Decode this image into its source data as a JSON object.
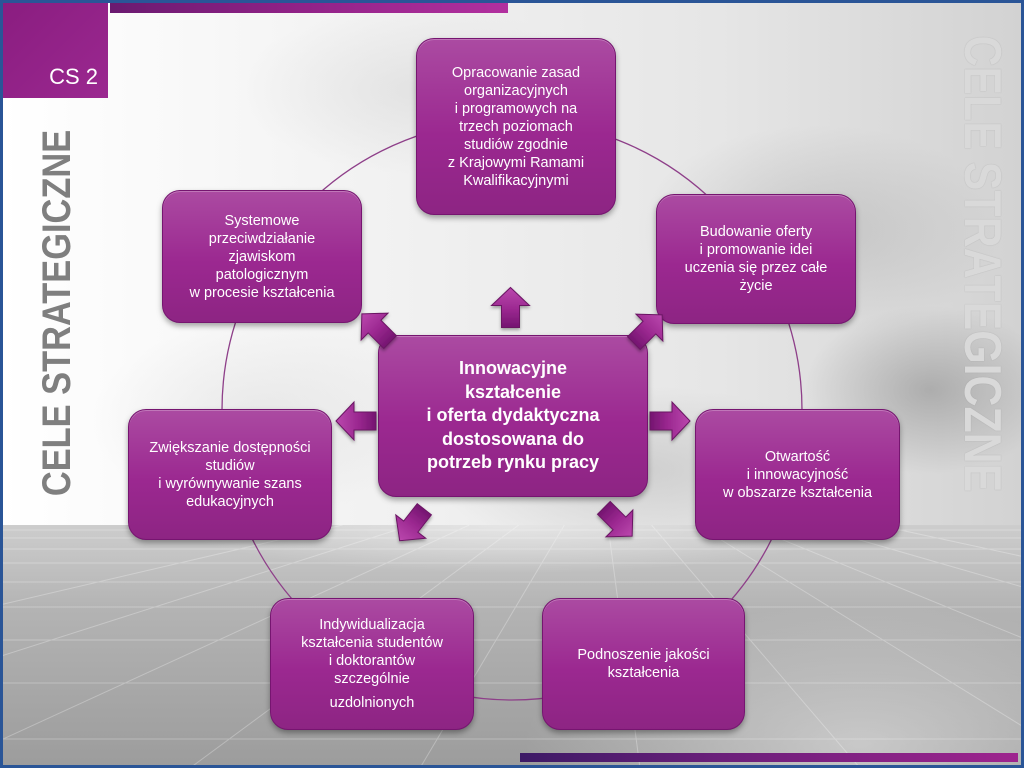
{
  "slide": {
    "code": "CS 2",
    "side_title_left": "CELE STRATEGICZNE",
    "side_title_right": "CELE STRATEGICZNE"
  },
  "diagram": {
    "center": "Innowacyjne\nkształcenie\ni oferta dydaktyczna\ndostosowana do\npotrzeb rynku pracy",
    "nodes": [
      {
        "paragraphs": [
          "Opracowanie zasad\norganizacyjnych\ni programowych na\ntrzech poziomach\nstudiów zgodnie\nz Krajowymi Ramami\nKwalifikacyjnymi"
        ]
      },
      {
        "paragraphs": [
          "Budowanie oferty\ni promowanie idei\nuczenia się przez całe\nżycie"
        ]
      },
      {
        "paragraphs": [
          "Otwartość\ni innowacyjność\nw obszarze kształcenia"
        ]
      },
      {
        "paragraphs": [
          "Podnoszenie jakości\nkształcenia"
        ]
      },
      {
        "paragraphs": [
          "Indywidualizacja\nkształcenia studentów\ni doktorantów\nszczególnie",
          "uzdolnionych"
        ]
      },
      {
        "paragraphs": [
          "Zwiększanie dostępności\nstudiów\ni wyrównywanie szans\nedukacyjnych"
        ]
      },
      {
        "paragraphs": [
          "Systemowe\nprzeciwdziałanie\nzjawiskom\npatologicznym\nw procesie kształcenia"
        ]
      }
    ],
    "arrows": [
      "arrow-up-icon",
      "arrow-up-right-icon",
      "arrow-right-icon",
      "arrow-down-right-icon",
      "arrow-down-left-icon",
      "arrow-left-icon",
      "arrow-up-left-icon"
    ]
  },
  "colors": {
    "accent": "#9b2890",
    "accent_dark": "#761570",
    "frame": "#2a5597",
    "connector": "#8e3f89",
    "side_title_left": "#7f7f7f",
    "side_title_right": "#d9d9d9",
    "node_text": "#ffffff"
  }
}
